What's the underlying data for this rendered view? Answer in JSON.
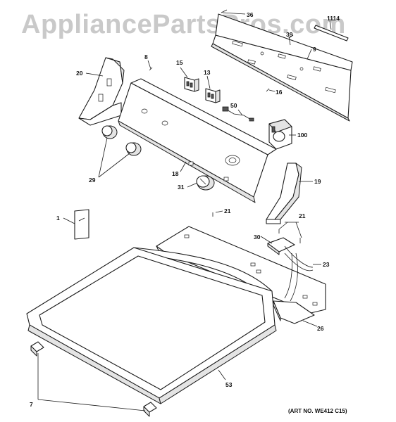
{
  "watermark": "AppliancePartsPros.com",
  "art_number": "(ART NO. WE412 C15)",
  "callouts": {
    "p36": "36",
    "p1114": "1114",
    "p39": "39",
    "p9": "9",
    "p8": "8",
    "p20": "20",
    "p15": "15",
    "p13": "13",
    "p16": "16",
    "p50": "50",
    "p100": "100",
    "p29": "29",
    "p18": "18",
    "p31": "31",
    "p19": "19",
    "p21a": "21",
    "p21b": "21",
    "p1": "1",
    "p30": "30",
    "p23": "23",
    "p26": "26",
    "p53": "53",
    "p7": "7"
  }
}
